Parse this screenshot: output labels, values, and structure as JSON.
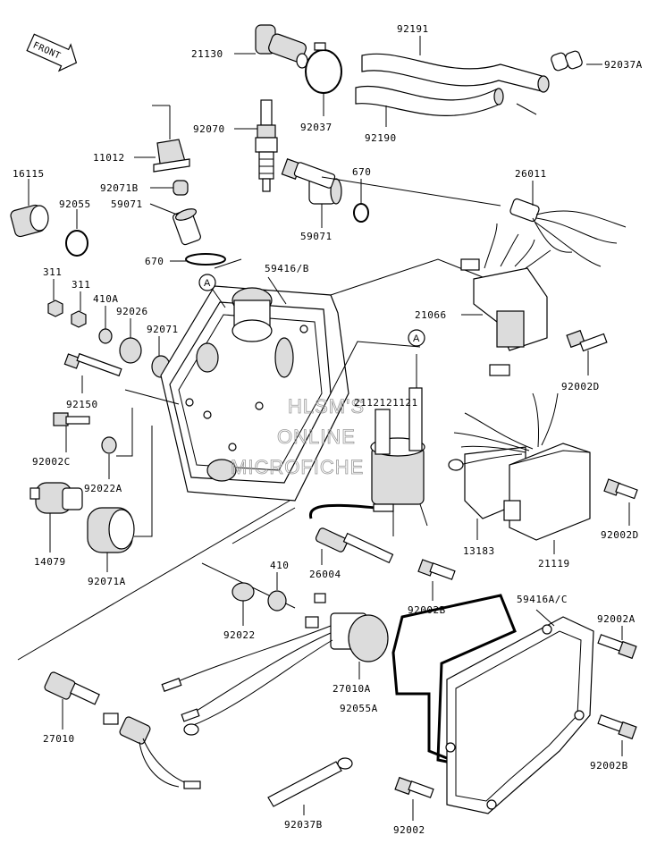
{
  "front_badge": "FRONT",
  "callout_a": "A",
  "watermark": [
    "HLSM'S",
    "ONLINE",
    "MICROFICHE"
  ],
  "part_labels": {
    "p21130": "21130",
    "p92191": "92191",
    "p92037A": "92037A",
    "p92037": "92037",
    "p92070": "92070",
    "p92190": "92190",
    "p11012": "11012",
    "p16115": "16115",
    "p92071B": "92071B",
    "p92055": "92055",
    "p59071a": "59071",
    "p670a": "670",
    "p59071b": "59071",
    "p670b": "670",
    "p26011": "26011",
    "p311a": "311",
    "p311b": "311",
    "p410A": "410A",
    "p92026": "92026",
    "p59416B": "59416/B",
    "p21066": "21066",
    "p92071": "92071",
    "p92150": "92150",
    "p21121a": "21121",
    "p21121b": "21121",
    "p92002D_a": "92002D",
    "p92002C": "92002C",
    "p92022A": "92022A",
    "p14079": "14079",
    "p92071A": "92071A",
    "p26004": "26004",
    "p410": "410",
    "p13183": "13183",
    "p21119": "21119",
    "p92002D_b": "92002D",
    "p92002B_a": "92002B",
    "p92022": "92022",
    "p59416AC": "59416A/C",
    "p92002A": "92002A",
    "p27010A": "27010A",
    "p92055A": "92055A",
    "p27010": "27010",
    "p92002B_b": "92002B",
    "p92037B": "92037B",
    "p92002": "92002"
  }
}
